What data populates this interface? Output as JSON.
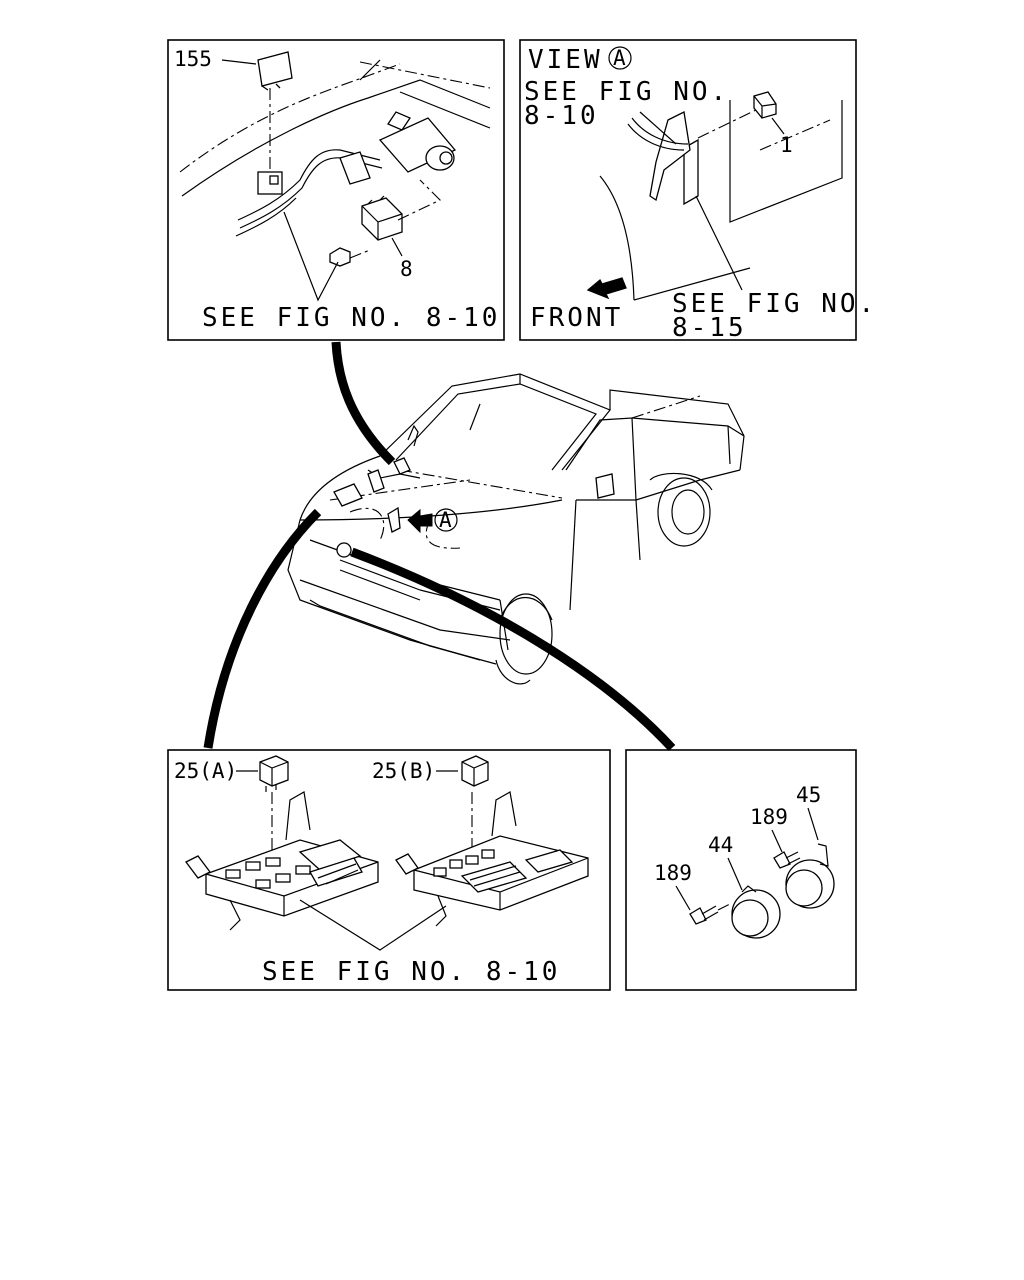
{
  "panels": {
    "top_left": {
      "parts": [
        "155",
        "8"
      ],
      "ref_text": "SEE FIG NO. 8-10"
    },
    "top_right": {
      "view_label": "VIEW",
      "view_marker": "A",
      "ref_upper_line1": "SEE FIG NO.",
      "ref_upper_line2": "8-10",
      "parts": [
        "1"
      ],
      "front_label": "FRONT",
      "ref_lower_line1": "SEE FIG NO.",
      "ref_lower_line2": "8-15"
    },
    "center": {
      "arrow_marker": "A"
    },
    "bottom_left": {
      "parts": [
        "25(A)",
        "25(B)"
      ],
      "ref_text": "SEE FIG NO. 8-10"
    },
    "bottom_right": {
      "parts": [
        "45",
        "189",
        "44",
        "189"
      ]
    }
  }
}
